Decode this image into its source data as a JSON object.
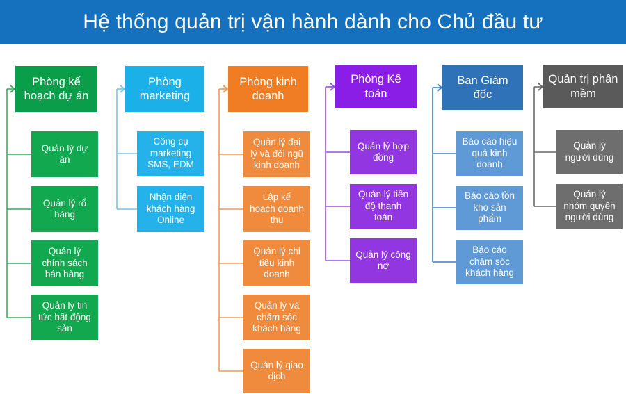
{
  "title": "Hệ thống quản trị vận hành dành cho Chủ đầu tư",
  "departments": [
    {
      "key": "planning",
      "name": "Phòng kế hoạch dự án",
      "head_color": "#0a9e4a",
      "child_color": "#12a84f",
      "line_color": "#35b060",
      "children": [
        "Quản lý dự án",
        "Quản lý rổ hàng",
        "Quản lý chính sách bán hàng",
        "Quản lý tin tức bất động sản"
      ]
    },
    {
      "key": "marketing",
      "name": "Phòng marketing",
      "head_color": "#1cb0e8",
      "child_color": "#25b2ea",
      "line_color": "#74c4ec",
      "children": [
        "Công cụ marketing SMS, EDM",
        "Nhận diện khách hàng Online"
      ]
    },
    {
      "key": "sales",
      "name": "Phòng kinh doanh",
      "head_color": "#f07c23",
      "child_color": "#f08a3c",
      "line_color": "#f29a55",
      "children": [
        "Quản lý đại lý và đội ngũ kinh doanh",
        "Lập kế hoạch doanh thu",
        "Quản lý chỉ tiêu kinh doanh",
        "Quản lý và chăm sóc khách hàng",
        "Quản lý giao dịch"
      ]
    },
    {
      "key": "accounting",
      "name": "Phòng Kế toán",
      "head_color": "#8a1de6",
      "child_color": "#9236e2",
      "line_color": "#9a4ce3",
      "children": [
        "Quản lý hợp đồng",
        "Quản lý tiến độ thanh toán",
        "Quản lý công nợ"
      ]
    },
    {
      "key": "board",
      "name": "Ban Giám đốc",
      "head_color": "#2f72b8",
      "child_color": "#5f9ad6",
      "line_color": "#3d7fc2",
      "children": [
        "Báo cáo hiệu quả kinh doanh",
        "Báo cáo tồn kho sản phẩm",
        "Báo cáo chăm sóc khách hàng"
      ]
    },
    {
      "key": "admin",
      "name": "Quản trị phần mềm",
      "head_color": "#5a5a5a",
      "child_color": "#6e6e6e",
      "line_color": "#6a6a6a",
      "children": [
        "Quản lý người dùng",
        "Quản lý nhóm quyền người dùng"
      ]
    }
  ]
}
